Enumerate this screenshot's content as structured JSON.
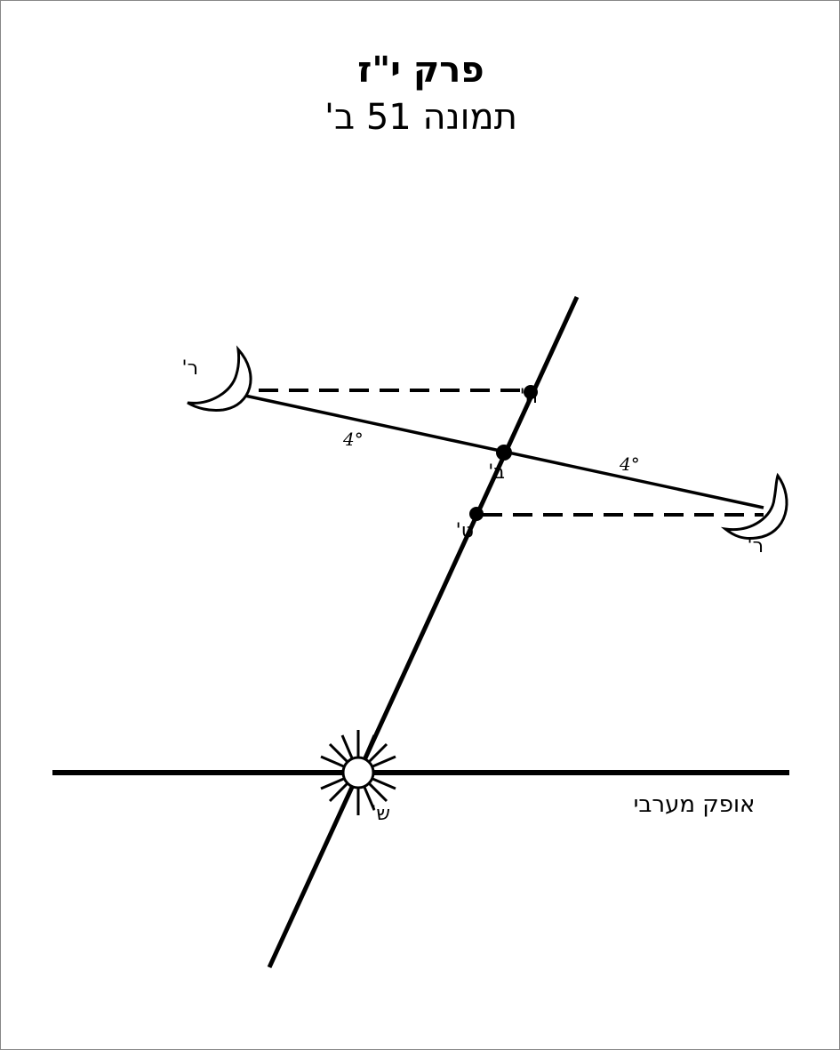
{
  "title": "פרק י\"ז",
  "subtitle": "תמונה 51 ב'",
  "labels": {
    "moon_left": "ר'",
    "moon_right": "ר'",
    "point_het": "ח'",
    "point_bet": "ב'",
    "point_tet": "ט'",
    "sun": "ש'",
    "horizon": "אופק מערבי",
    "angle_left": "4°",
    "angle_right": "4°"
  }
}
